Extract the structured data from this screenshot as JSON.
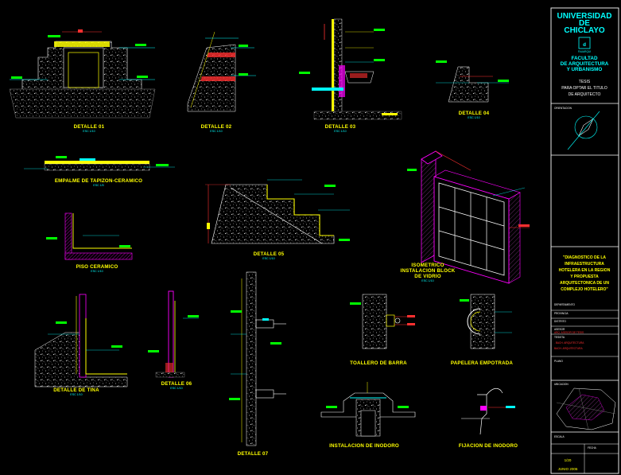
{
  "details": [
    {
      "id": "d01",
      "label": "DETALLE 01",
      "scale": "ESC 1/10"
    },
    {
      "id": "d02",
      "label": "DETALLE 02",
      "scale": "ESC 1/10"
    },
    {
      "id": "d03",
      "label": "DETALLE 03",
      "scale": "ESC 1/10"
    },
    {
      "id": "d04",
      "label": "DETALLE 04",
      "scale": "ESC 1/10"
    },
    {
      "id": "empalme",
      "label": "EMPALME DE TAPIZON-CERAMICO",
      "scale": "ESC 1/5"
    },
    {
      "id": "d05",
      "label": "DETALLE 05",
      "scale": "ESC 1/10"
    },
    {
      "id": "iso",
      "label_lines": [
        "ISOMETRICO",
        "INSTALACION BLOCK",
        "DE VIDRIO"
      ],
      "scale": "ESC 1/10"
    },
    {
      "id": "piso",
      "label": "PISO CERAMICO",
      "scale": "ESC 1/10"
    },
    {
      "id": "tina",
      "label": "DETALLE DE TINA",
      "scale": "ESC 1/10"
    },
    {
      "id": "d06",
      "label": "DETALLE 06",
      "scale": "ESC 1/10"
    },
    {
      "id": "d07",
      "label": "DETALLE 07",
      "scale": ""
    },
    {
      "id": "toallero",
      "label": "TOALLERO DE BARRA",
      "scale": ""
    },
    {
      "id": "papelera",
      "label": "PAPELERA EMPOTRADA",
      "scale": ""
    },
    {
      "id": "inodoro",
      "label": "INSTALACION DE INODORO",
      "scale": ""
    },
    {
      "id": "fijacion",
      "label": "FIJACION DE INODORO",
      "scale": ""
    }
  ],
  "title_block": {
    "university_lines": [
      "UNIVERSIDAD",
      "DE",
      "CHICLAYO"
    ],
    "logo_glyph": "d",
    "logo_caption": "FAUARQUI",
    "faculty_lines": [
      "FACULTAD",
      "DE ARQUITECTURA",
      "Y URBANISMO"
    ],
    "thesis_lines": [
      "TESIS",
      "PARA OPTAR EL TITULO",
      "DE ARQUITECTO"
    ],
    "orientation_label": "ORIENTACION",
    "project_lines": [
      "\"DIAGNOSTICO DE LA",
      "INFRAESTRUCTURA",
      "HOTELERA EN LA REGION",
      "Y PROPUESTA",
      "ARQUITECTONICA DE UN",
      "COMPLEJO HOTELERO\""
    ],
    "fields": [
      "DEPARTAMENTO",
      "PROVINCIA",
      "DISTRITO",
      "ASESOR",
      "TESISTA"
    ],
    "red_lines": [
      "ARQ. ASESOR DE TESIS",
      ". BACH. ARQUITECTURA",
      "BACH. ARQUITECTURA"
    ],
    "plano_label": "PLANO",
    "location_label": "UBICACION",
    "scale_label": "ESCALA",
    "fecha_label": "FECHA",
    "sheet": "1/20",
    "date": "JUNIO 2006"
  }
}
